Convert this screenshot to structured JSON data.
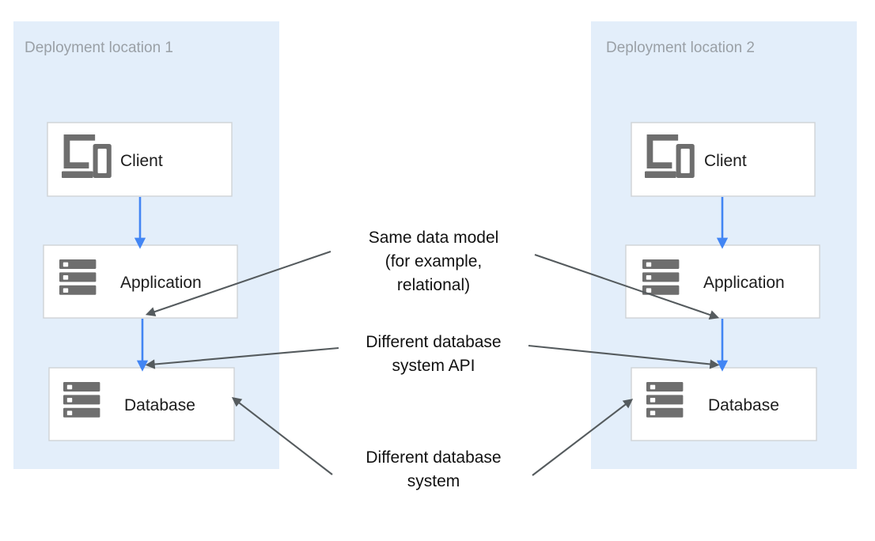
{
  "diagram": {
    "title_zones": [
      {
        "label": "Deployment location 1"
      },
      {
        "label": "Deployment location 2"
      }
    ],
    "colors": {
      "zone_background": "#e3eefa",
      "node_background": "#ffffff",
      "node_border": "#cfd3d6",
      "flow_arrow": "#4285f4",
      "callout_arrow": "#555b5e",
      "zone_label_text": "#9aa0a6",
      "node_label_text": "#1c1c1c",
      "annotation_text": "#111111",
      "icon": "#6e6e6e",
      "page_background": "#ffffff"
    },
    "left_zone": {
      "label": "Deployment location 1",
      "nodes": [
        {
          "id": "client",
          "label": "Client",
          "icon": "client-devices-icon"
        },
        {
          "id": "application",
          "label": "Application",
          "icon": "server-stack-icon"
        },
        {
          "id": "database",
          "label": "Database",
          "icon": "server-stack-icon"
        }
      ]
    },
    "right_zone": {
      "label": "Deployment location 2",
      "nodes": [
        {
          "id": "client",
          "label": "Client",
          "icon": "client-devices-icon"
        },
        {
          "id": "application",
          "label": "Application",
          "icon": "server-stack-icon"
        },
        {
          "id": "database",
          "label": "Database",
          "icon": "server-stack-icon"
        }
      ]
    },
    "annotations": [
      {
        "id": "same-data-model",
        "lines": [
          "Same data model",
          "(for example,",
          "relational)"
        ]
      },
      {
        "id": "different-database-system-api",
        "lines": [
          "Different database",
          "system API"
        ]
      },
      {
        "id": "different-database-system",
        "lines": [
          "Different database",
          "system"
        ]
      }
    ]
  }
}
